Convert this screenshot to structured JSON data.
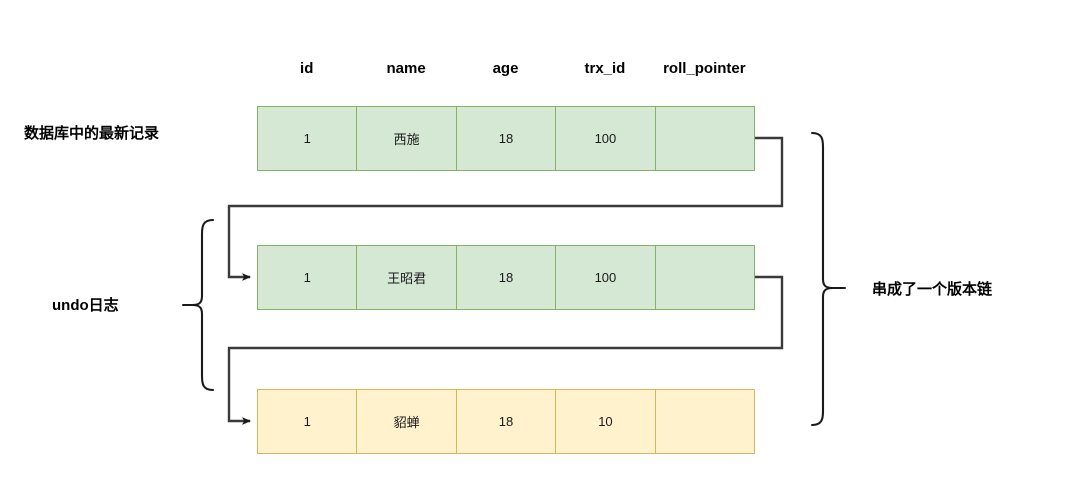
{
  "diagram": {
    "title": "MVCC undo log version chain",
    "columns": [
      "id",
      "name",
      "age",
      "trx_id",
      "roll_pointer"
    ],
    "rows": [
      {
        "key": "latest",
        "kind": "green",
        "cells": [
          "1",
          "西施",
          "18",
          "100",
          ""
        ]
      },
      {
        "key": "undo-1",
        "kind": "green",
        "cells": [
          "1",
          "王昭君",
          "18",
          "100",
          ""
        ]
      },
      {
        "key": "undo-2",
        "kind": "orange",
        "cells": [
          "1",
          "貂蝉",
          "18",
          "10",
          ""
        ]
      }
    ],
    "labels": {
      "latest_record": "数据库中的最新记录",
      "undo_log": "undo日志",
      "version_chain": "串成了一个版本链"
    },
    "colors": {
      "green_fill": "#d5e8d4",
      "green_stroke": "#82b366",
      "orange_fill": "#fff2cc",
      "orange_stroke": "#d6b656",
      "connector": "#3a3a3a",
      "brace": "#1a1a1a",
      "background": "#ffffff",
      "text": "#000000"
    }
  }
}
